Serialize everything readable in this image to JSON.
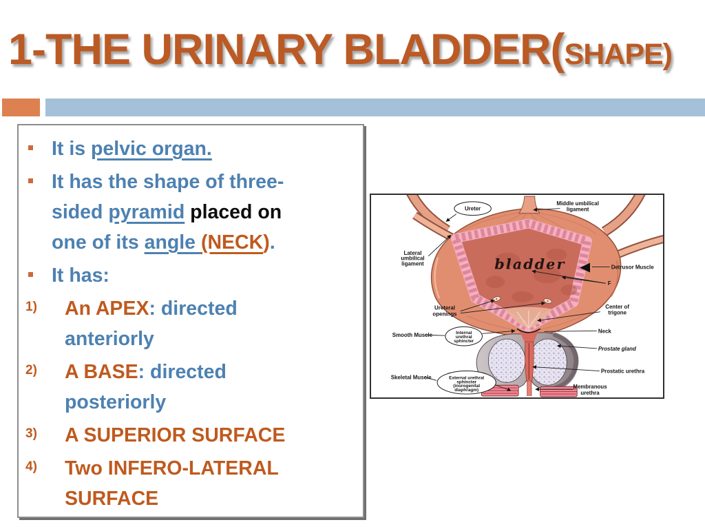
{
  "title": {
    "main": "1-THE URINARY BLADDER(",
    "sub": "SHAPE)"
  },
  "colors": {
    "title_orange": "#bb5a24",
    "accent_square_orange": "#de8150",
    "accent_bar_blue": "#a5c0d9",
    "body_blue": "#4d81b1",
    "body_orange": "#bf5a1e"
  },
  "panel": {
    "b1": {
      "r1": "It is ",
      "r2": "pelvic organ."
    },
    "b2": {
      "l1": {
        "r1": "It has the shape of three-"
      },
      "l2": {
        "r1": "sided ",
        "r2": "pyramid",
        "r3": " ",
        "r4": "placed on"
      },
      "l3": {
        "r1": "one of its ",
        "r2": "angle ",
        "r3": "(NECK",
        "r4": ")",
        "r5": "."
      }
    },
    "b3": {
      "r1": "It has:"
    },
    "i1": {
      "n": "1)",
      "r1": "An APEX",
      "r2": ": directed",
      "l2": "anteriorly"
    },
    "i2": {
      "n": "2)",
      "r1": "A BASE",
      "r2": ": directed",
      "l2": "posteriorly"
    },
    "i3": {
      "n": "3)",
      "r1": "A SUPERIOR SURFACE"
    },
    "i4": {
      "n": "4)",
      "r1": "Two INFERO-LATERAL",
      "l2": "SURFACE"
    }
  },
  "diagram": {
    "labels": {
      "ureter": "Ureter",
      "middle_umbilical_1": "Middle umbilical",
      "middle_umbilical_2": "ligament",
      "lateral_umbilical_1": "Lateral",
      "lateral_umbilical_2": "umbilical",
      "lateral_umbilical_3": "ligament",
      "bladder": "bladder",
      "detrusor": "Detrusor Muscle",
      "f": "F",
      "ureteral_1": "Ureteral",
      "ureteral_2": "openings",
      "trigone_1": "Center of",
      "trigone_2": "trigone",
      "neck": "Neck",
      "smooth": "Smooth Muscle",
      "internal_1": "Internal",
      "internal_2": "urethral",
      "internal_3": "sphincter",
      "prostate": "Prostate gland",
      "prostatic": "Prostatic urethra",
      "skeletal": "Skeletal Muscle",
      "external_1": "External urethral",
      "external_2": "sphincter",
      "external_3": "(inurogenital",
      "external_4": "diaphragm)",
      "membranous_1": "Membranous",
      "membranous_2": "urethra"
    }
  }
}
